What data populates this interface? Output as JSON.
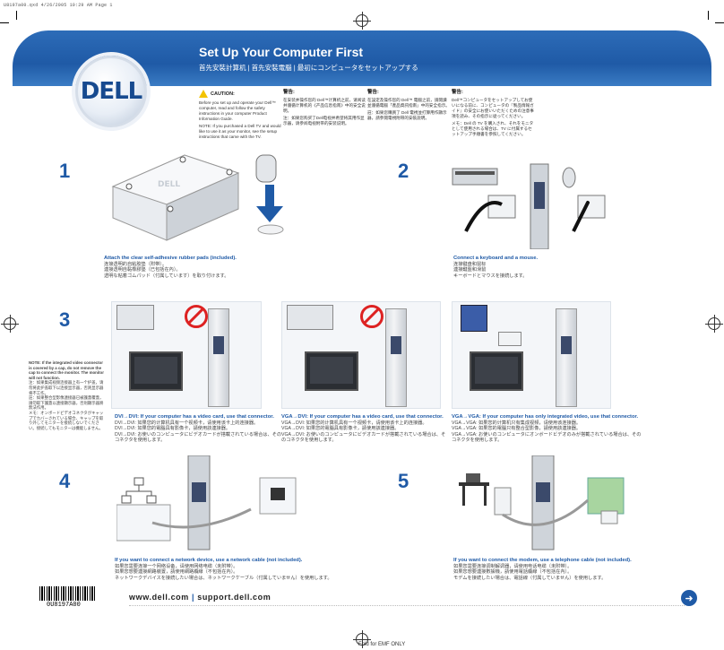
{
  "slug": "U8197a00.qxd  4/26/2005  10:29 AM  Page 1",
  "header": {
    "title": "Set Up Your Computer First",
    "subtitle": "首先安裝計算机 | 首先安裝電腦 | 最初にコンピュータをセットアップする",
    "logo": "DELL"
  },
  "cautions": [
    {
      "head": "CAUTION:",
      "text": "Before you set up and operate your Dell™ computer, read and follow the safety instructions in your computer Product Information Guide.",
      "note": "NOTE: If you purchased a Dell TV and would like to use it as your monitor, see the setup instructions that came with the TV."
    },
    {
      "head": "警告:",
      "text": "在安装并操作您的 Dell™计算机之前，请阅读并遵循计算机的《产品信息指南》中的安全说明。",
      "note": "注：如果您购买了Dell电视并希望将其用作显示器，请参阅电视附带的安装说明。"
    },
    {
      "head": "警告:",
      "text": "在設定及操作您的 Dell™ 電腦之前，請閱讀並遵循電腦「產品資訊指南」中的安全指示。",
      "note": "註：如果您購買了 Dell 電視並打算用作顯示器，請參閱電視附帶的安裝說明。"
    },
    {
      "head": "警告:",
      "text": "Dell™コンピュータをセットアップしてお使いになる前に、コンピュータの『製品情報ガイド』の安全にお使いいただくための注意事項を読み、その指示に従ってください。",
      "note": "メモ：Dell の TV を購入され、それをモニタとして使用される場合は、TV に付属するセットアップ手順書を参照してください。"
    }
  ],
  "steps": {
    "s1": {
      "num": "1",
      "en": "Attach the clear self-adhesive rubber pads (included).",
      "zh1": "连接透明的自粘胶垫（附带）。",
      "zh2": "連接透明自黏橡膠墊（已包括在內）。",
      "ja": "透明な粘着ゴムパッド（付属しています）を取り付けます。"
    },
    "s2": {
      "num": "2",
      "en": "Connect a keyboard and a mouse.",
      "zh1": "连接键盘和鼠标",
      "zh2": "連接鍵盤和滑鼠",
      "ja": "キーボードとマウスを接続します。"
    },
    "s3": {
      "num": "3",
      "note": "NOTE: If the integrated video connector is covered by a cap, do not remove the cap to connect the monitor. The monitor will not function.",
      "note_zh1": "注：如果集成视频连接器上有一个护盖，请勿将此护盖取下以连接显示器，否则显示器将不工作。",
      "note_zh2": "註：如果整合型影像連接器已被護蓋覆蓋，請勿取下護蓋以連接顯示器，否則顯示器將無法作用。",
      "note_ja": "メモ：オンボードビデオコネクタがキャップでカバーされている場合、キャップを取り外してモニターを接続しないでください。接続してもモニターは機能しません。",
      "a": {
        "en": "DVI→DVI: If your computer has a video card, use that connector.",
        "zh1": "DVI→DVI: 如果您的计算机具有一个视频卡，请使用该卡上的连接器。",
        "zh2": "DVI→DVI: 如果您的電腦具有影像卡，請使用該連接器。",
        "ja": "DVI→DVI: お使いのコンピュータにビデオカードが搭載されている場合は、そのコネクタを使用します。"
      },
      "b": {
        "en": "VGA→DVI: If your computer has a video card, use that connector.",
        "zh1": "VGA→DVI: 如果您的计算机具有一个视频卡，请使用该卡上的连接器。",
        "zh2": "VGA→DVI: 如果您的電腦具有影像卡，請使用該連接器。",
        "ja": "VGA→DVI: お使いのコンピュータにビデオカードが搭載されている場合は、そのコネクタを使用します。"
      },
      "c": {
        "en": "VGA→VGA: If your computer has only integrated video, use that connector.",
        "zh1": "VGA→VGA: 如果您的计算机只有集成视频，请使用该连接器。",
        "zh2": "VGA→VGA: 如果您的電腦只有整合型影像，請使用該連接器。",
        "ja": "VGA→VGA: お使いのコンピュータにオンボードビデオのみが搭載されている場合は、そのコネクタを使用します。"
      }
    },
    "s4": {
      "num": "4",
      "en": "If you want to connect a network device, use a network cable (not included).",
      "zh1": "如果您需要连接一个网络设备，请使用网络电缆（未附带）。",
      "zh2": "如果您想要連接網路裝置，請使用網路纜線（不包括在內）。",
      "ja": "ネットワークデバイスを接続したい場合は、ネットワークケーブル（付属していません）を使用します。"
    },
    "s5": {
      "num": "5",
      "en": "If you want to connect the modem, use a telephone cable (not included).",
      "zh1": "如果您需要连接调制解调器，请使用电话电缆（未附带）。",
      "zh2": "如果您想要連接數據機，請使用電話纜線（不包括在內）。",
      "ja": "モデムを接続したい場合は、電話線（付属していません）を使用します。"
    }
  },
  "footer": {
    "url1": "www.dell.com",
    "sep": "|",
    "url2": "support.dell.com",
    "barcode": "0U8197A00",
    "fold": "Fold for EMF ONLY"
  },
  "colors": {
    "accent": "#1f5aa6",
    "warning": "#f3c300",
    "prohibit": "#d22222"
  }
}
